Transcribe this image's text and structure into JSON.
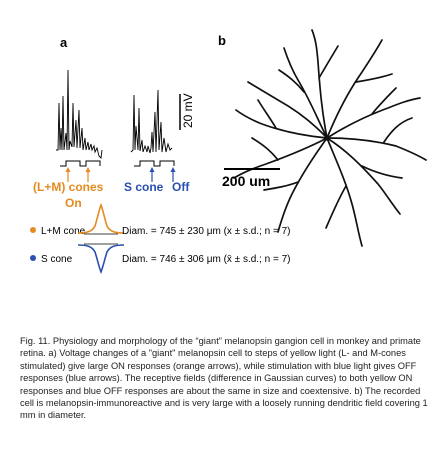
{
  "panel_a": {
    "label": "a",
    "scale_bar": "20 mV",
    "lm_label_line1": "(L+M) cones",
    "lm_label_line2": "On",
    "s_label_s": "S cone",
    "s_label_off": "Off",
    "legend": [
      {
        "name": "L+M cone",
        "color": "#e58a1f",
        "diam_text": "Diam. = 745 ± 230 μm (x ± s.d.; n = 7)"
      },
      {
        "name": "S cone",
        "color": "#2a4fb0",
        "diam_text": "Diam. = 746 ± 306 μm (x̄ ± s.d.; n = 7)"
      }
    ]
  },
  "panel_b": {
    "label": "b",
    "scale_bar": "200 um"
  },
  "colors": {
    "orange": "#e58a1f",
    "blue": "#2a4fb0"
  },
  "caption": "Fig. 11. Physiology and morphology of the “giant” melanopsin gangion cell in monkey and primate retina. a) Voltage changes of a \"giant\" melanopsin cell to steps of yellow light (L- and M-cones stimulated) give large ON responses (orange arrows), while stimulation with blue light gives OFF responses (blue arrows). The receptive fields (difference in Gaussian curves) to both yellow ON responses and blue OFF responses are about the same in size and coextensive. b) The recorded cell is melanopsin-immunoreactive and is very large with a loosely running dendritic field covering 1 mm in diameter."
}
